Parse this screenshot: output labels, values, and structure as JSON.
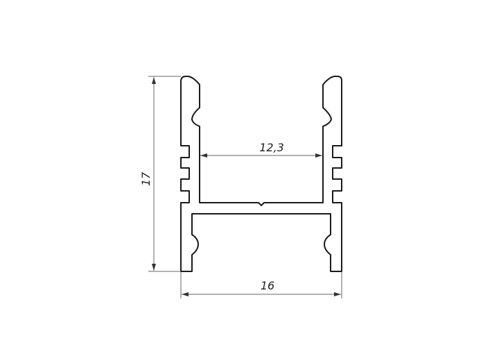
{
  "drawing": {
    "dimensions": {
      "height_label": "17",
      "width_label": "16",
      "inner_width_label": "12,3"
    },
    "colors": {
      "line": "#1a1a1a",
      "dimension_line": "#555555",
      "background": "#ffffff"
    }
  }
}
